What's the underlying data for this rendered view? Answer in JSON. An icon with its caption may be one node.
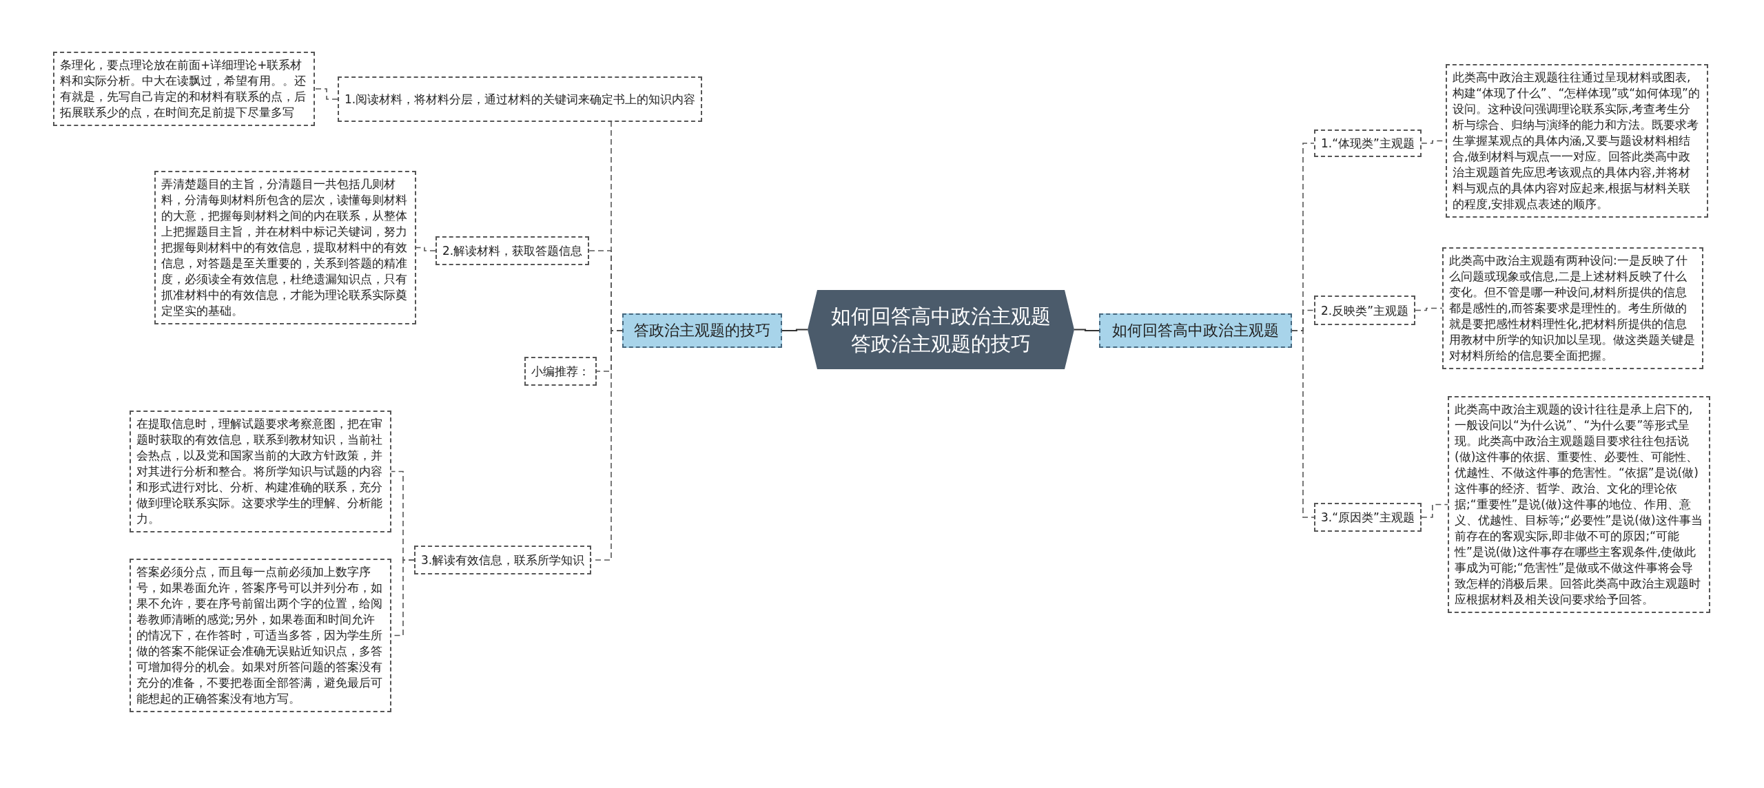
{
  "diagram": {
    "nodes": [
      {
        "text": [
          "如何回答高中政治主观题答政治主观题的技巧"
        ]
      },
      {
        "text": [
          "答政治主观题的技巧"
        ]
      },
      {
        "text": [
          "如何回答高中政治主观题"
        ]
      },
      {
        "text": [
          "1.阅读材料，将材料分层，通过材料的关键词来确定书上的知识内容"
        ]
      },
      {
        "text": [
          "条理化，要点理论放在前面+详细理论+联系材料和实际分析。中大在读飘过，希望有用。。还有就是，先写自己肯定的和材料有联系的点，后拓展联系少的点，在时间充足前提下尽量多写"
        ]
      },
      {
        "text": [
          "2.解读材料，获取答题信息"
        ]
      },
      {
        "text": [
          "弄清楚题目的主旨，分清题目一共包括几则材料，分清每则材料所包含的层次，读懂每则材料的大意，把握每则材料之间的内在联系，从整体上把握题目主旨，并在材料中标记关键词，努力把握每则材料中的有效信息，提取材料中的有效信息，对答题是至关重要的，关系到答题的精准度，必须读全有效信息，杜绝遗漏知识点，只有抓准材料中的有效信息，才能为理论联系实际奠定坚实的基础。"
        ]
      },
      {
        "text": [
          "小编推荐："
        ]
      },
      {
        "text": [
          "3.解读有效信息，联系所学知识"
        ]
      },
      {
        "text": [
          "在提取信息时，理解试题要求考察意图，把在审题时获取的有效信息，联系到教材知识，当前社会热点，以及党和国家当前的大政方针政策，并对其进行分析和整合。将所学知识与试题的内容和形式进行对比、分析、构建准确的联系，充分做到理论联系实际。这要求学生的理解、分析能力。"
        ]
      },
      {
        "text": [
          "答案必须分点，而且每一点前必须加上数字序号，如果卷面允许，答案序号可以并列分布，如果不允许，要在序号前留出两个字的位置，给阅卷教师清晰的感觉;另外，如果卷面和时间允许的情况下，在作答时，可适当多答，因为学生所做的答案不能保证会准确无误贴近知识点，多答可增加得分的机会。如果对所答问题的答案没有充分的准备，不要把卷面全部答满，避免最后可能想起的正确答案没有地方写。"
        ]
      },
      {
        "text": [
          "1.“体现类”主观题"
        ]
      },
      {
        "text": [
          "此类高中政治主观题往往通过呈现材料或图表,构建“体现了什么”、“怎样体现”或“如何体现”的设问。这种设问强调理论联系实际,考查考生分析与综合、归纳与演绎的能力和方法。既要求考生掌握某观点的具体内涵,又要与题设材料相结合,做到材料与观点一一对应。回答此类高中政治主观题首先应思考该观点的具体内容,并将材料与观点的具体内容对应起来,根据与材料关联的程度,安排观点表述的顺序。"
        ]
      },
      {
        "text": [
          "2.反映类”主观题"
        ]
      },
      {
        "text": [
          "此类高中政治主观题有两种设问:一是反映了什么问题或现象或信息,二是上述材料反映了什么变化。但不管是哪一种设问,材料所提供的信息都是感性的,而答案要求是理性的。考生所做的就是要把感性材料理性化,把材料所提供的信息用教材中所学的知识加以呈现。做这类题关键是对材料所给的信息要全面把握。"
        ]
      },
      {
        "text": [
          "3.“原因类”主观题"
        ]
      },
      {
        "text": [
          "此类高中政治主观题的设计往往是承上启下的,一般设问以“为什么说”、“为什么要”等形式呈现。此类高中政治主观题题目要求往往包括说(做)这件事的依据、重要性、必要性、可能性、优越性、不做这件事的危害性。“依据”是说(做)这件事的经济、哲学、政治、文化的理论依据;“重要性”是说(做)这件事的地位、作用、意义、优越性、目标等;“必要性”是说(做)这件事当前存在的客观实际,即非做不可的原因;“可能性”是说(做)这件事存在哪些主客观条件,使做此事成为可能;“危害性”是做或不做这件事将会导致怎样的消极后果。回答此类高中政治主观题时应根据材料及相关设问要求给予回答。"
        ]
      }
    ],
    "edges": [
      {
        "from": 0,
        "to": 1,
        "arrow": "none"
      },
      {
        "from": 0,
        "to": 2,
        "arrow": "none"
      },
      {
        "from": 1,
        "to": 3,
        "arrow": "none",
        "style": "dashed"
      },
      {
        "from": 3,
        "to": 4,
        "arrow": "none",
        "style": "dashed"
      },
      {
        "from": 1,
        "to": 5,
        "arrow": "none",
        "style": "dashed"
      },
      {
        "from": 5,
        "to": 6,
        "arrow": "none",
        "style": "dashed"
      },
      {
        "from": 1,
        "to": 7,
        "arrow": "none",
        "style": "dashed"
      },
      {
        "from": 1,
        "to": 8,
        "arrow": "none",
        "style": "dashed"
      },
      {
        "from": 8,
        "to": 9,
        "arrow": "none",
        "style": "dashed"
      },
      {
        "from": 8,
        "to": 10,
        "arrow": "none",
        "style": "dashed"
      },
      {
        "from": 2,
        "to": 11,
        "arrow": "none",
        "style": "dashed"
      },
      {
        "from": 11,
        "to": 12,
        "arrow": "none",
        "style": "dashed"
      },
      {
        "from": 2,
        "to": 13,
        "arrow": "none",
        "style": "dashed"
      },
      {
        "from": 13,
        "to": 14,
        "arrow": "none",
        "style": "dashed"
      },
      {
        "from": 2,
        "to": 15,
        "arrow": "none",
        "style": "dashed"
      },
      {
        "from": 15,
        "to": 16,
        "arrow": "none",
        "style": "dashed"
      }
    ]
  }
}
